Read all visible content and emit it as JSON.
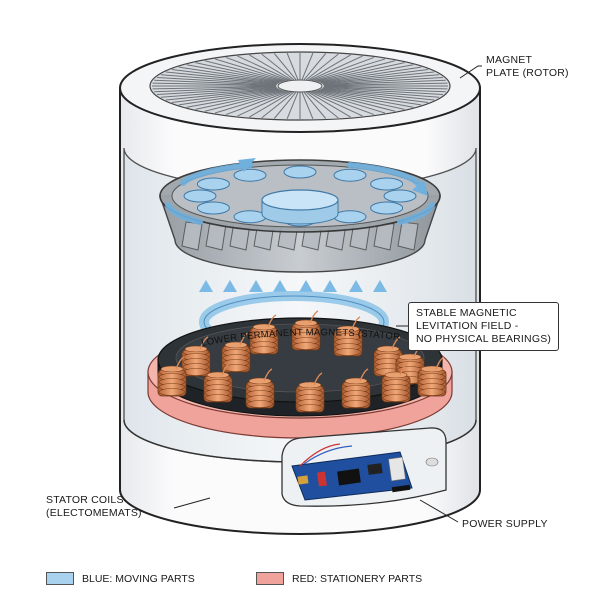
{
  "labels": {
    "rotor_line1": "MAGNET",
    "rotor_line2": "PLATE (ROTOR)",
    "field_line1": "STABLE MAGNETIC",
    "field_line2": "LEVITATION FIELD -",
    "field_line3": "NO PHYSICAL BEARINGS)",
    "ring_label": "LOWER PERMANENT MAGNETS (STATOR)",
    "coils_line1": "STATOR COILS",
    "coils_line2": "(ELECTOMEMATS)",
    "power": "POWER SUPPLY"
  },
  "legend": {
    "blue_label": "BLUE: MOVING PARTS",
    "red_label": "RED: STATIONERY PARTS"
  },
  "colors": {
    "moving_blue": "#a9d2ee",
    "stationary_red": "#f0a39a",
    "stator_base": "#2b2f33",
    "coil_copper": "#d98a57",
    "pcb_blue": "#1f4f9e"
  }
}
